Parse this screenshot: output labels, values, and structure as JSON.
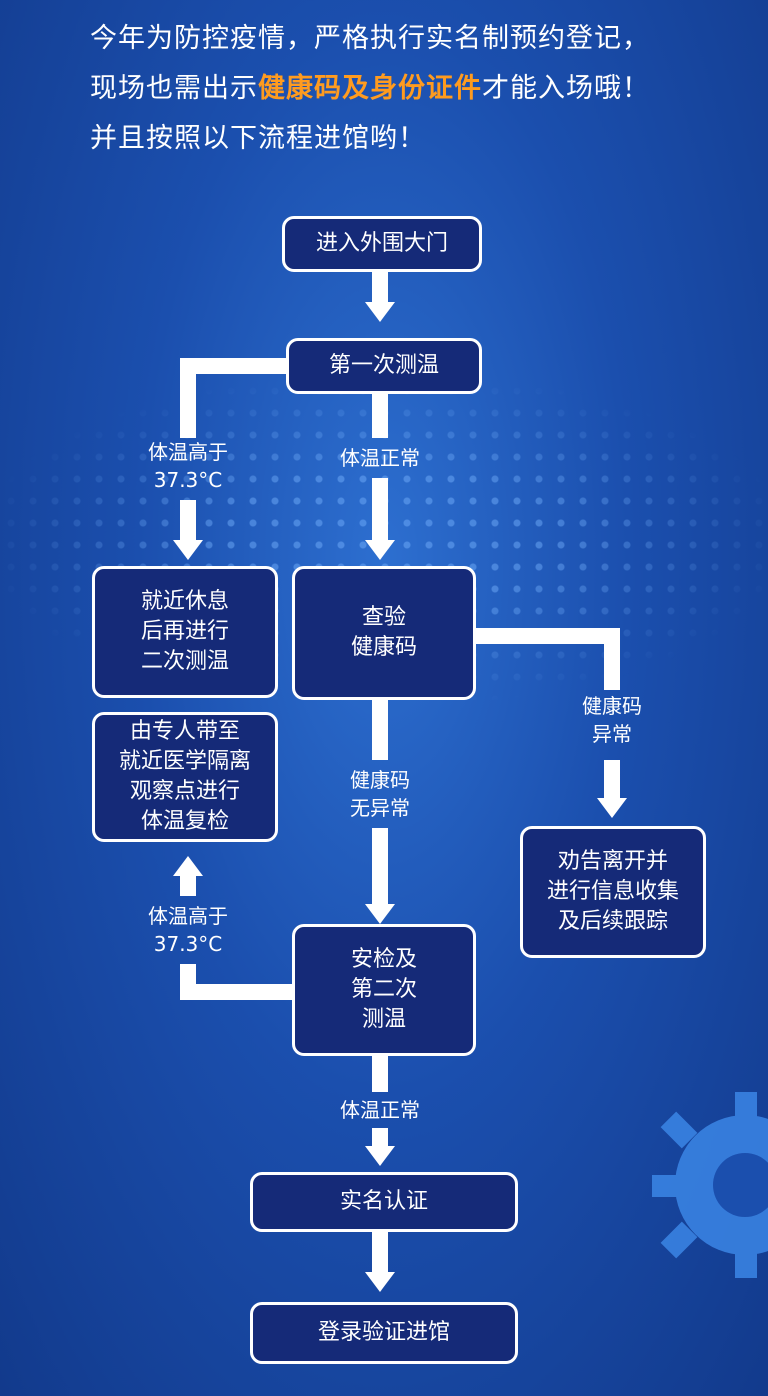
{
  "intro": {
    "line1": "今年为防控疫情，严格执行实名制预约登记，",
    "line2_pre": "现场也需出示",
    "line2_highlight": "健康码及身份证件",
    "line2_post": "才能入场哦！",
    "line3": "并且按照以下流程进馆哟！",
    "highlight_color": "#ff9b1f"
  },
  "nodes": {
    "enter_gate": "进入外围大门",
    "first_temp": "第一次测温",
    "rest_retest": "就近休息\n后再进行\n二次测温",
    "check_code": "查验\n健康码",
    "quarantine": "由专人带至\n就近医学隔离\n观察点进行\n体温复检",
    "advise_leave": "劝告离开并\n进行信息收集\n及后续跟踪",
    "security_second_temp": "安检及\n第二次\n测温",
    "real_name": "实名认证",
    "login_enter": "登录验证进馆"
  },
  "edges": {
    "temp_high_1": "体温高于\n37.3°C",
    "temp_normal_1": "体温正常",
    "code_abnormal": "健康码\n异常",
    "code_normal": "健康码\n无异常",
    "temp_high_2": "体温高于\n37.3°C",
    "temp_normal_2": "体温正常"
  },
  "colors": {
    "box_fill": "#152a78",
    "line": "#ffffff",
    "background": "#1b4fae"
  }
}
